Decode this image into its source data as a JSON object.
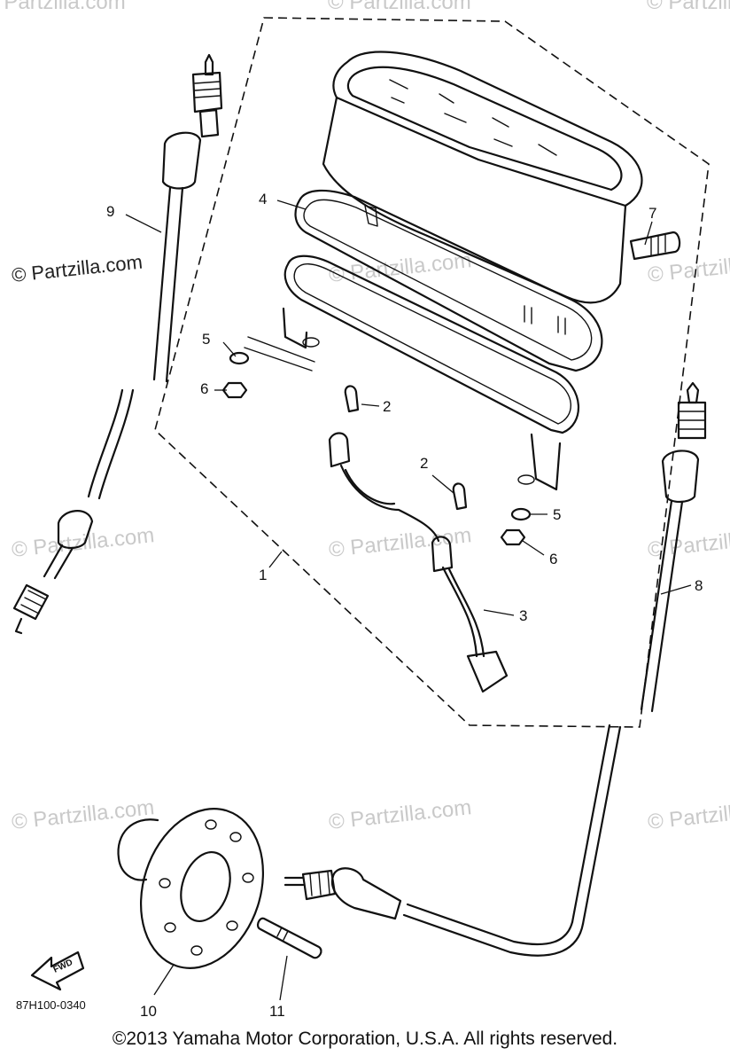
{
  "diagram": {
    "callouts": {
      "c1": "1",
      "c2a": "2",
      "c2b": "2",
      "c3": "3",
      "c4": "4",
      "c5a": "5",
      "c5b": "5",
      "c6a": "6",
      "c6b": "6",
      "c7": "7",
      "c8": "8",
      "c9": "9",
      "c10": "10",
      "c11": "11"
    },
    "drawing_code": "87H100-0340",
    "fwd_label": "FWD",
    "watermarks": {
      "w1": "© Partzilla.com",
      "w2": "© Partzilla.com",
      "w3": "© Partzilla.com",
      "w4": "© Partzilla.com",
      "w5": "© Partzilla.com",
      "w6": "© Partzilla.com",
      "w7": "© Partzilla.com",
      "w8": "© Partzilla.com",
      "w9": "© Partzilla.com",
      "w10": "© Partzilla.com",
      "w11": "© Partzilla.com",
      "w12": "© Partzilla.com"
    }
  },
  "footer": {
    "copyright": "©2013  Yamaha Motor Corporation, U.S.A. All rights reserved."
  }
}
